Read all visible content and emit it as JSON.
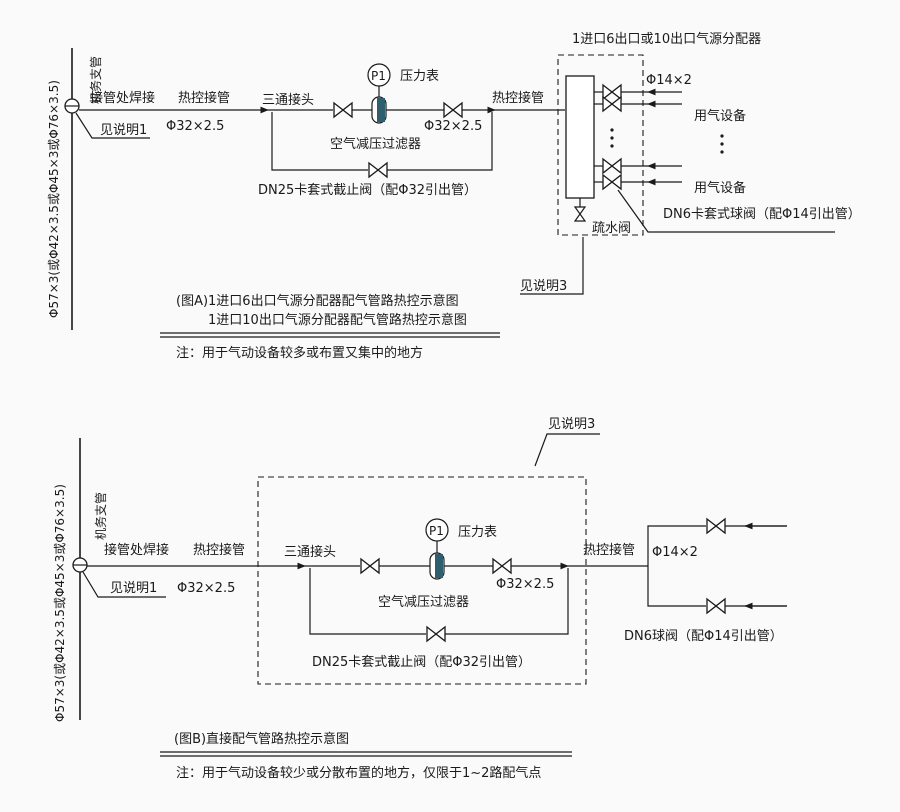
{
  "diagram_a": {
    "branch_pipe": "机务支管",
    "main_pipe_spec": "Φ57×3(或Φ42×3.5或Φ45×3或Φ76×3.5)",
    "weld_joint": "接管处焊接",
    "see_note_1": "见说明1",
    "hot_control_pipe_left": "热控接管",
    "pipe_spec_left": "Φ32×2.5",
    "tee_joint": "三通接头",
    "gauge_tag": "P1",
    "pressure_gauge": "压力表",
    "pipe_spec_right": "Φ32×2.5",
    "filter_regulator": "空气减压过滤器",
    "bypass_valve": "DN25卡套式截止阀（配Φ32引出管）",
    "hot_control_pipe_right": "热控接管",
    "manifold_title": "1进口6出口或10出口气源分配器",
    "outlet_spec": "Φ14×2",
    "gas_equipment_1": "用气设备",
    "gas_equipment_2": "用气设备",
    "ball_valve": "DN6卡套式球阀（配Φ14引出管）",
    "drain_valve": "疏水阀",
    "see_note_3": "见说明3",
    "caption_line1": "(图A)1进口6出口气源分配器配气管路热控示意图",
    "caption_line2": "1进口10出口气源分配器配气管路热控示意图",
    "note": "注：用于气动设备较多或布置又集中的地方"
  },
  "diagram_b": {
    "branch_pipe": "机务支管",
    "main_pipe_spec": "Φ57×3(或Φ42×3.5或Φ45×3或Φ76×3.5)",
    "weld_joint": "接管处焊接",
    "hot_control_pipe_left": "热控接管",
    "see_note_1": "见说明1",
    "pipe_spec_left": "Φ32×2.5",
    "see_note_3": "见说明3",
    "tee_joint": "三通接头",
    "gauge_tag": "P1",
    "pressure_gauge": "压力表",
    "pipe_spec_right": "Φ32×2.5",
    "filter_regulator": "空气减压过滤器",
    "bypass_valve": "DN25卡套式截止阀（配Φ32引出管）",
    "hot_control_pipe_right": "热控接管",
    "outlet_spec": "Φ14×2",
    "ball_valve": "DN6球阀（配Φ14引出管）",
    "caption": "(图B)直接配气管路热控示意图",
    "note": "注：用于气动设备较少或分散布置的地方，仅限于1~2路配气点"
  }
}
